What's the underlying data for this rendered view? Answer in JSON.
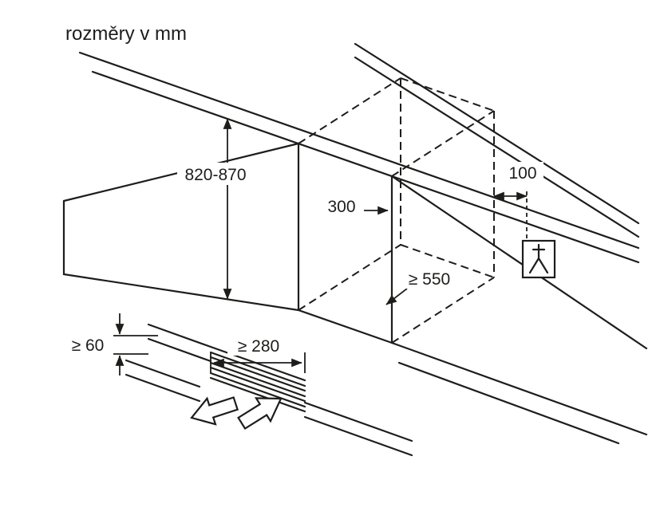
{
  "title": "rozměry v mm",
  "unit": "mm",
  "labels": {
    "niche_height": "820-870",
    "niche_width": "300",
    "socket_offset": "100",
    "niche_depth": "≥ 550",
    "plinth_clearance": "≥ 60",
    "vent_width": "≥ 280"
  },
  "icons": {
    "socket": "power-socket-symbol"
  },
  "colors": {
    "line": "#1d1d1b",
    "background": "#ffffff"
  }
}
